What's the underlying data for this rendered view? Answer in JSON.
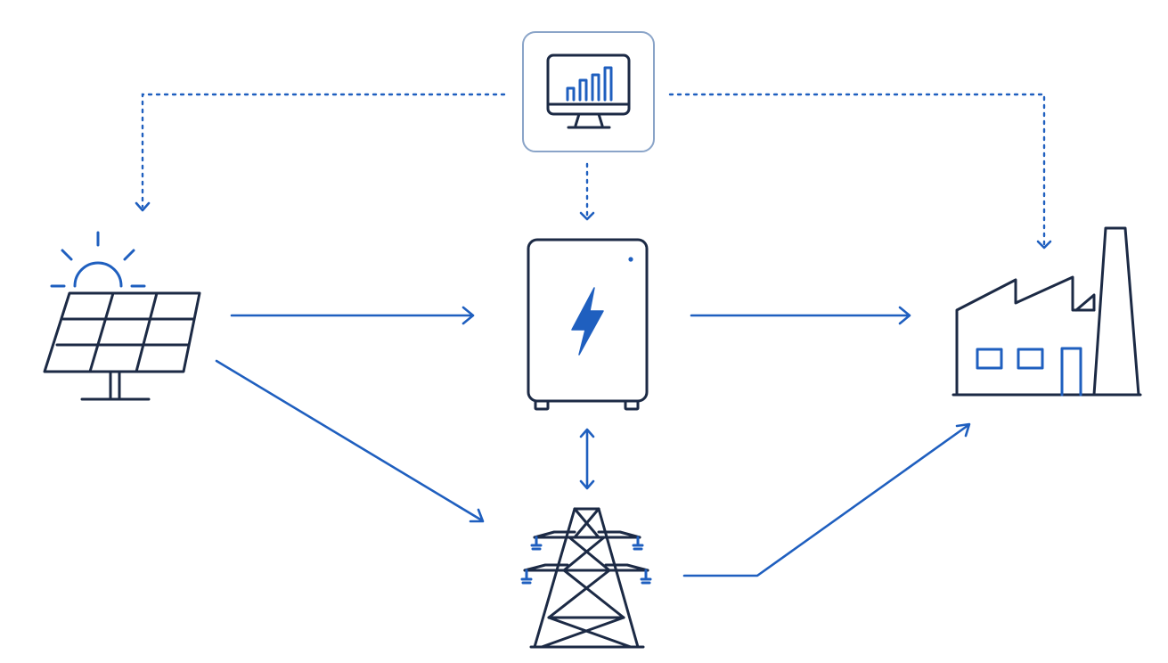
{
  "diagram": {
    "nodes": [
      {
        "id": "monitor",
        "icon": "monitoring-screen-icon"
      },
      {
        "id": "solar",
        "icon": "solar-panel-icon"
      },
      {
        "id": "battery",
        "icon": "battery-storage-icon"
      },
      {
        "id": "factory",
        "icon": "factory-icon"
      },
      {
        "id": "grid",
        "icon": "transmission-tower-icon"
      }
    ],
    "edges": [
      {
        "from": "solar",
        "to": "battery",
        "style": "solid"
      },
      {
        "from": "battery",
        "to": "factory",
        "style": "solid"
      },
      {
        "from": "solar",
        "to": "grid",
        "style": "solid"
      },
      {
        "from": "grid",
        "to": "factory",
        "style": "solid"
      },
      {
        "from": "battery",
        "to": "grid",
        "style": "solid",
        "bidirectional": true
      },
      {
        "from": "monitor",
        "to": "solar",
        "style": "dotted"
      },
      {
        "from": "monitor",
        "to": "battery",
        "style": "dotted"
      },
      {
        "from": "monitor",
        "to": "factory",
        "style": "dotted"
      }
    ],
    "colors": {
      "ink": "#1c2a45",
      "accent": "#1f5fbf",
      "frame": "#8aa4c8",
      "background": "#ffffff"
    }
  }
}
